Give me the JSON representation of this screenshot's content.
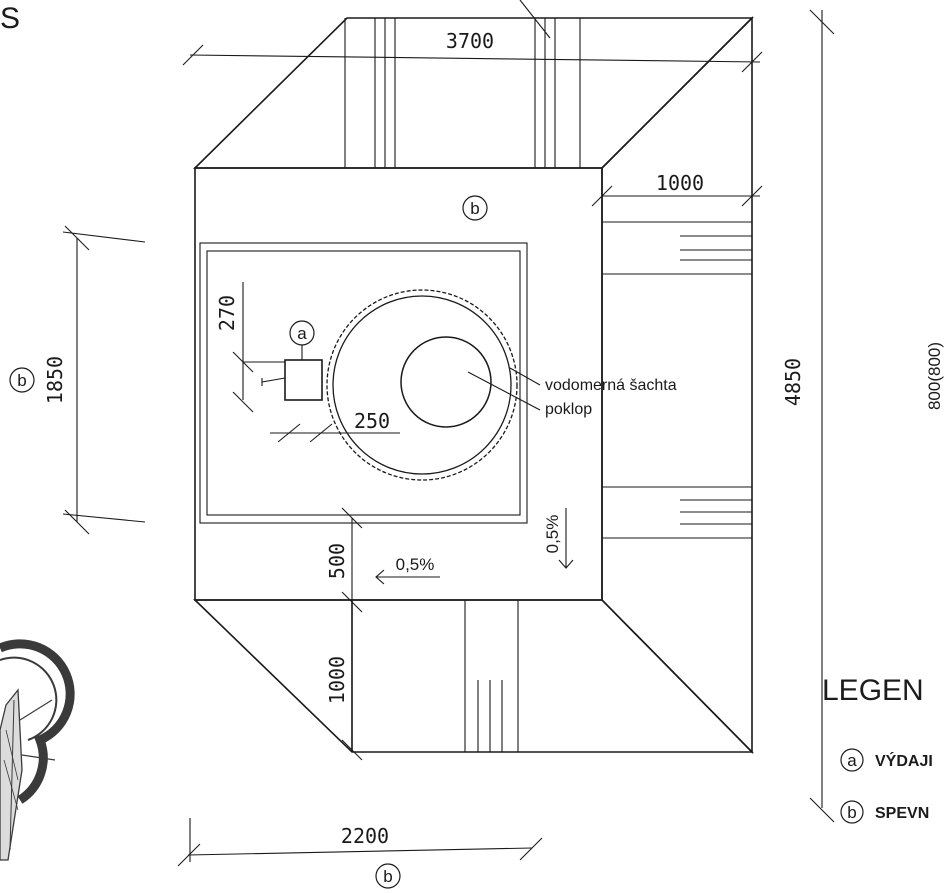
{
  "dimensions": {
    "top_width": "3700",
    "right_offset": "1000",
    "total_height": "4850",
    "left_height": "1850",
    "dim_270": "270",
    "dim_250": "250",
    "dim_500": "500",
    "dim_1000_bottom": "1000",
    "bottom_width": "2200",
    "right_edge": "800(800)"
  },
  "slopes": {
    "slope_horizontal": "0,5%",
    "slope_vertical": "0,5%"
  },
  "markers": {
    "a": "a",
    "b": "b"
  },
  "labels": {
    "shaft": "vodomerná šachta",
    "cover": "poklop",
    "corner_fragment": "S"
  },
  "legend": {
    "title": "LEGEN",
    "items": [
      {
        "marker": "a",
        "text": "VÝDAJI"
      },
      {
        "marker": "b",
        "text": "SPEVN"
      }
    ]
  }
}
